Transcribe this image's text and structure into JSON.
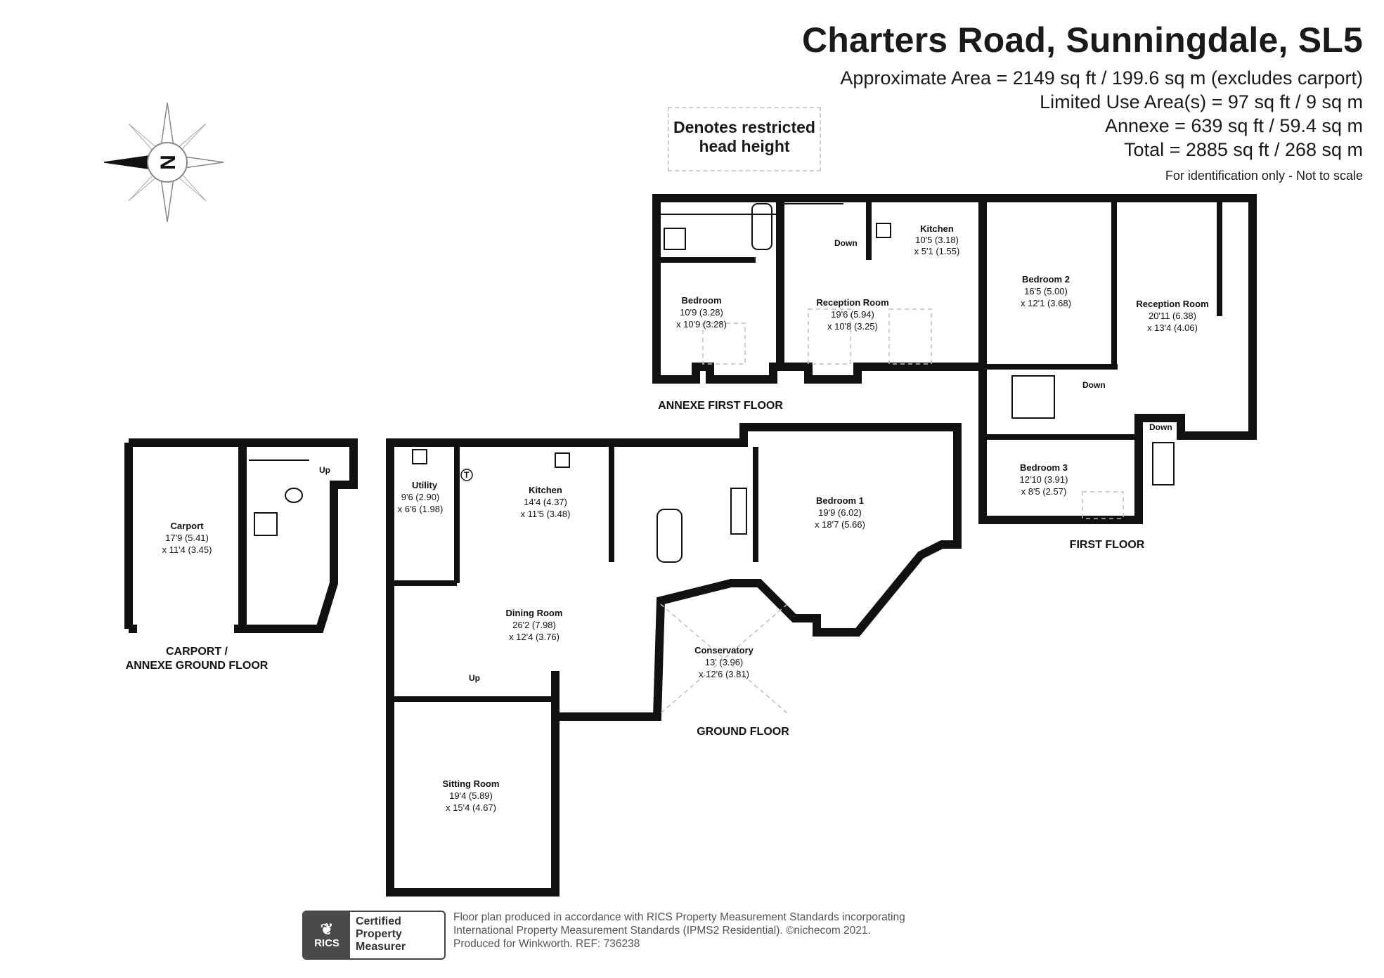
{
  "header": {
    "title": "Charters Road, Sunningdale, SL5",
    "areas": [
      "Approximate Area = 2149 sq ft / 199.6 sq m (excludes carport)",
      "Limited Use Area(s) = 97 sq ft / 9 sq m",
      "Annexe = 639 sq ft / 59.4 sq m",
      "Total = 2885 sq ft / 268 sq m"
    ],
    "note": "For identification only - Not to scale"
  },
  "legend": {
    "line1": "Denotes restricted",
    "line2": "head height"
  },
  "compass": {
    "label": "N"
  },
  "floors": {
    "annexe_first": "ANNEXE FIRST FLOOR",
    "first": "FIRST FLOOR",
    "ground": "GROUND FLOOR",
    "carport_line1": "CARPORT /",
    "carport_line2": "ANNEXE GROUND FLOOR"
  },
  "rooms": {
    "annexe_bedroom": {
      "name": "Bedroom",
      "dim1": "10'9 (3.28)",
      "dim2": "x 10'9 (3.28)"
    },
    "annexe_reception": {
      "name": "Reception Room",
      "dim1": "19'6 (5.94)",
      "dim2": "x 10'8 (3.25)"
    },
    "annexe_kitchen": {
      "name": "Kitchen",
      "dim1": "10'5 (3.18)",
      "dim2": "x 5'1 (1.55)"
    },
    "bedroom2": {
      "name": "Bedroom 2",
      "dim1": "16'5 (5.00)",
      "dim2": "x 12'1 (3.68)"
    },
    "first_reception": {
      "name": "Reception Room",
      "dim1": "20'11 (6.38)",
      "dim2": "x 13'4 (4.06)"
    },
    "bedroom3": {
      "name": "Bedroom 3",
      "dim1": "12'10 (3.91)",
      "dim2": "x 8'5 (2.57)"
    },
    "carport": {
      "name": "Carport",
      "dim1": "17'9 (5.41)",
      "dim2": "x 11'4 (3.45)"
    },
    "utility": {
      "name": "Utility",
      "dim1": "9'6 (2.90)",
      "dim2": "x 6'6 (1.98)"
    },
    "kitchen": {
      "name": "Kitchen",
      "dim1": "14'4 (4.37)",
      "dim2": "x 11'5 (3.48)"
    },
    "bedroom1": {
      "name": "Bedroom 1",
      "dim1": "19'9 (6.02)",
      "dim2": "x 18'7 (5.66)"
    },
    "dining": {
      "name": "Dining Room",
      "dim1": "26'2 (7.98)",
      "dim2": "x 12'4 (3.76)"
    },
    "conservatory": {
      "name": "Conservatory",
      "dim1": "13' (3.96)",
      "dim2": "x 12'6 (3.81)"
    },
    "sitting": {
      "name": "Sitting Room",
      "dim1": "19'4 (5.89)",
      "dim2": "x 15'4 (4.67)"
    }
  },
  "stair_labels": {
    "down": "Down",
    "up": "Up",
    "t": "T"
  },
  "badge": {
    "org": "RICS",
    "line1": "Certified",
    "line2": "Property",
    "line3": "Measurer"
  },
  "footer": {
    "line1": "Floor plan produced in accordance with RICS Property Measurement Standards incorporating",
    "line2": "International Property Measurement Standards (IPMS2 Residential).  ©nichecom 2021.",
    "line3": "Produced for Winkworth.   REF: 736238"
  }
}
